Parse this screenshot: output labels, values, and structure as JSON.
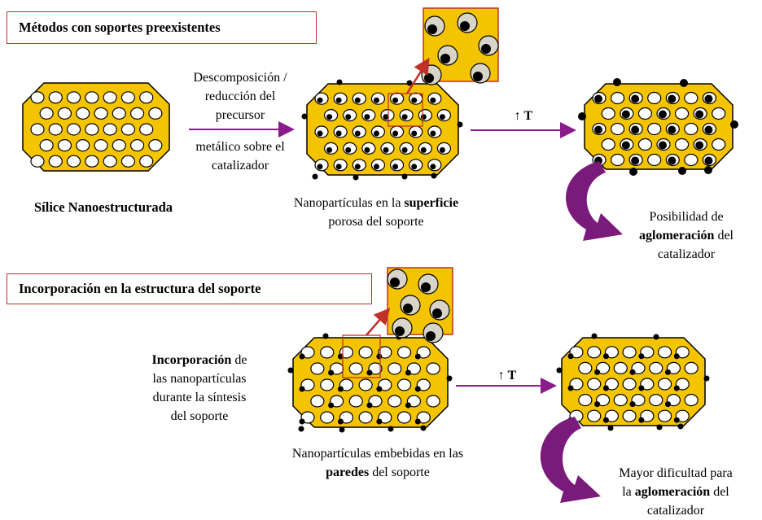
{
  "section1": {
    "title": "Métodos con soportes preexistentes",
    "arrow1_label_top": [
      "Descomposición /",
      "reducción del",
      "precursor"
    ],
    "arrow1_label_bottom": [
      "metálico sobre el",
      "catalizador"
    ],
    "support_label": "Sílice Nanoestructurada",
    "particles_label": {
      "pre": "Nanopartículas en la ",
      "bold": "superficie",
      "line2": "porosa del soporte"
    },
    "arrow2_label": "↑ T",
    "result_label": {
      "line1": "Posibilidad de",
      "bold": "aglomeración",
      "post": " del",
      "line3": "catalizador"
    }
  },
  "section2": {
    "title": "Incorporación en la estructura del soporte",
    "left_label": {
      "bold": "Incorporación",
      "post": " de",
      "line2": "las nanopartículas",
      "line3": "durante la síntesis",
      "line4": "del soporte"
    },
    "particles_label": {
      "line1": "Nanopartículas embebidas en las",
      "bold": "paredes",
      "post": " del soporte"
    },
    "arrow_label": "↑ T",
    "result_label": {
      "line1": "Mayor dificultad para",
      "pre": "la ",
      "bold": "aglomeración",
      "post": " del",
      "line3": "catalizador"
    }
  },
  "colors": {
    "silica": "#f5c400",
    "header_border": "#c0302a",
    "arrow": "#8b1a8b",
    "zoom_arrow": "#c0302a",
    "pore_bg": "#d9d4c8"
  }
}
